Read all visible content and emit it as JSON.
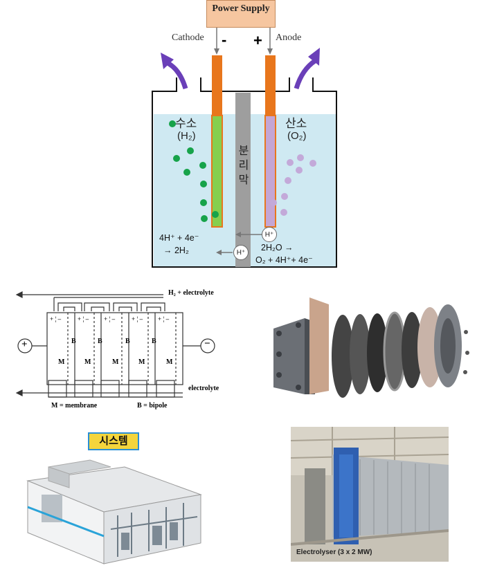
{
  "cell": {
    "power_supply": "Power Supply",
    "cathode": "Cathode",
    "anode": "Anode",
    "minus": "-",
    "plus": "+",
    "hydrogen_ko": "수소",
    "hydrogen_formula": "(H₂)",
    "oxygen_ko": "산소",
    "oxygen_formula": "(O₂)",
    "membrane_ko": "분리막",
    "cathode_reaction_1": "4H⁺ + 4e⁻",
    "cathode_reaction_2": "→ 2H₂",
    "anode_reaction_1": "2H₂O →",
    "anode_reaction_2": "O₂ + 4H⁺+ 4e⁻",
    "proton": "H⁺",
    "colors": {
      "electrolyte": "#cfe9f2",
      "electrode_top": "#e8761c",
      "cathode_body": "#86cf4e",
      "anode_body": "#c4a6d4",
      "membrane": "#9e9e9e",
      "h2_bubble": "#17a34a",
      "o2_bubble": "#c3a9d9",
      "gas_arrow": "#6a3fb8"
    }
  },
  "stack_schematic": {
    "top_label": "H₂ + electrolyte",
    "bottom_label": "electrolyte",
    "legend_membrane": "M = membrane",
    "legend_bipole": "B = bipole",
    "terminal_plus": "+",
    "terminal_minus": "−",
    "plate_letters": [
      "B",
      "B",
      "B",
      "B"
    ],
    "membrane_letters": [
      "M",
      "M",
      "M",
      "M",
      "M"
    ]
  },
  "system": {
    "badge": "시스템"
  },
  "photo": {
    "caption": "Electrolyser (3 x 2 MW)"
  }
}
